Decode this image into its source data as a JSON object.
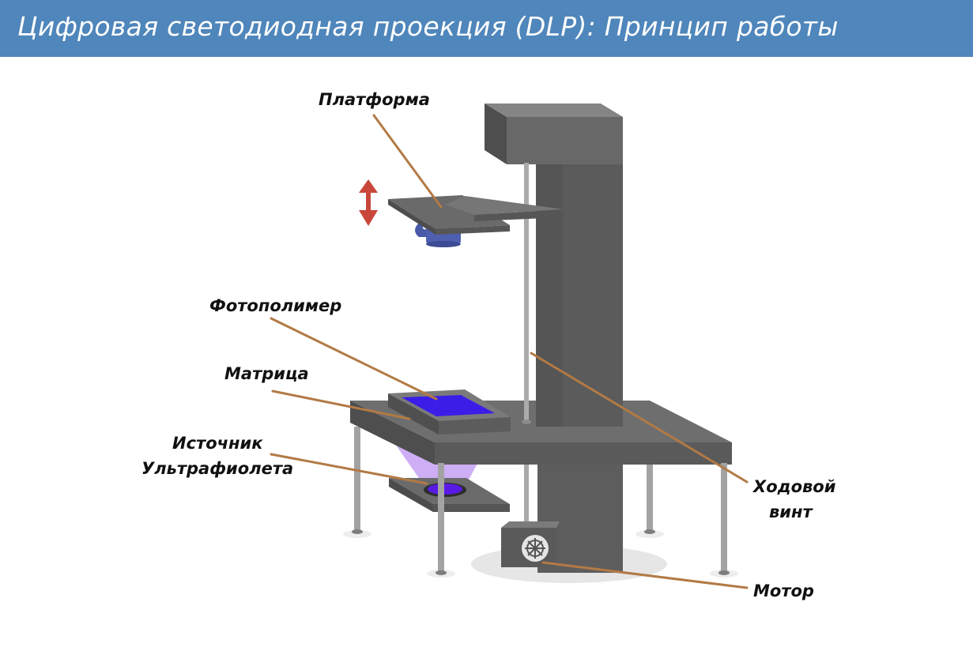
{
  "title": "Цифровая светодиодная проекция (DLP): Принцип работы",
  "labels": {
    "platform": "Платформа",
    "photopolymer": "Фотополимер",
    "matrix": "Матрица",
    "uv_source_line1": "Источник",
    "uv_source_line2": "Ультрафиолета",
    "lead_screw_line1": "Ходовой",
    "lead_screw_line2": "винт",
    "motor": "Мотор"
  },
  "colors": {
    "title_bar": "#4f86bb",
    "frame": "#5f5f5f",
    "resin": "#3a1ee8",
    "uv_light": "#b98cf0",
    "leader_line": "#b27a45",
    "arrow": "#c8463a"
  }
}
